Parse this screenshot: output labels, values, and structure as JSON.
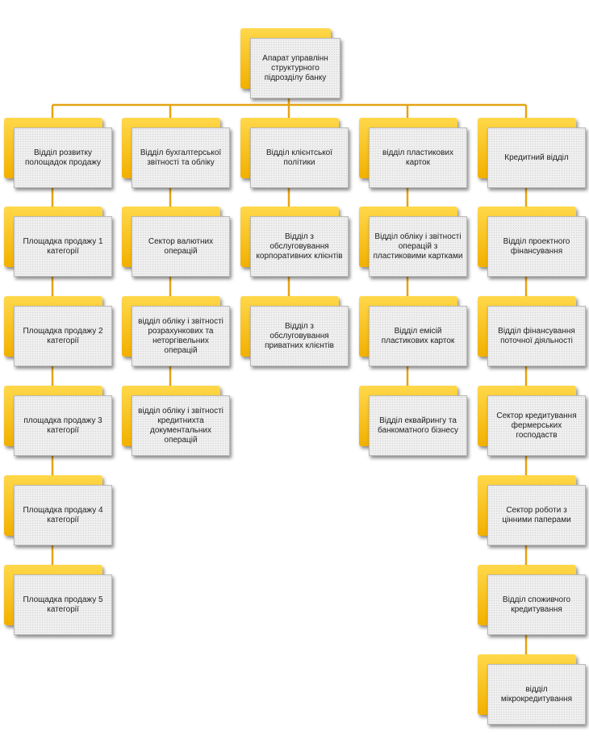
{
  "root": {
    "label": "Апарат управлінн структурного підрозділу банку"
  },
  "columns": [
    {
      "head": "Відділ розвитку полощадок продажу",
      "children": [
        "Площадка продажу 1 категорії",
        "Площадка продажу 2 категорії",
        "площадка продажу 3 категорії",
        "Площадка продажу 4 категорії",
        "Площадка продажу 5 категорії"
      ]
    },
    {
      "head": "Відділ бухгалтерської звітності та обліку",
      "children": [
        "Сектор валютних операцій",
        "відділ обліку і звітності розрахункових та неторгівельних операцій",
        "відділ обліку і звітності кредитнихта документальних операцій"
      ]
    },
    {
      "head": "Відділ клієнтської політики",
      "children": [
        "Відділ з обслуговування корпоративних клієнтів",
        "Відділ з обслуговування приватних клієнтів"
      ]
    },
    {
      "head": "відділ пластикових карток",
      "children": [
        "Відділ обліку і звітності операцій з пластиковими картками",
        "Відділ емісій пластикових карток",
        "Відділ еквайрингу та банкоматного бізнесу"
      ]
    },
    {
      "head": "Кредитний відділ",
      "children": [
        "Відділ проектного фінансування",
        "Відділ фінансування поточної діяльності",
        "Сектор кредитування фермерських господаств",
        "Сектор роботи з цінними паперами",
        "Відділ споживчого кредитування",
        "відділ мікрокредитування"
      ]
    }
  ]
}
